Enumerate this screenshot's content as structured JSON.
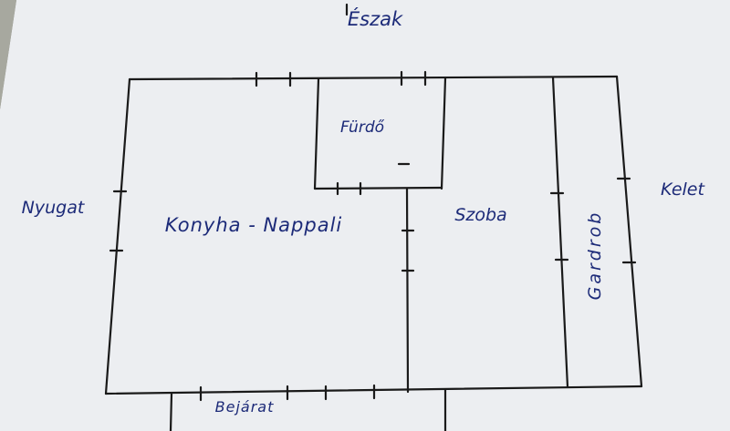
{
  "directions": {
    "north": "Észak",
    "west": "Nyugat",
    "east": "Kelet"
  },
  "rooms": {
    "bathroom": "Fürdő",
    "kitchen_living": "Konyha - Nappali",
    "room": "Szoba",
    "wardrobe": "Gardrob"
  },
  "entrance": "Bejárat",
  "colors": {
    "paper": "#eceef1",
    "ink_line": "#1a1a1a",
    "ink_text": "#1c2a78"
  }
}
